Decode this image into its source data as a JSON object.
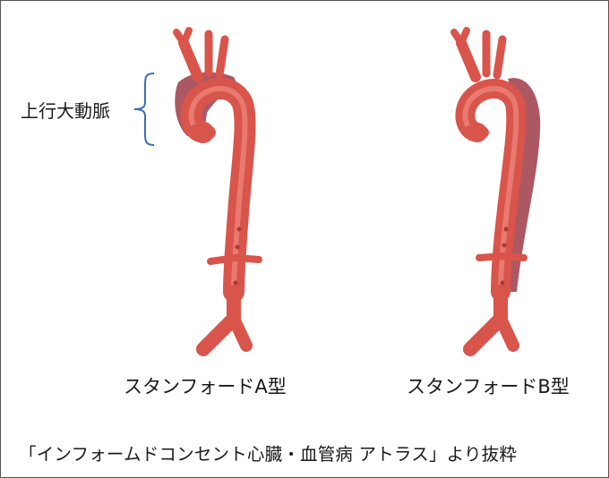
{
  "label": {
    "ascending_aorta": "上行大動脈",
    "bracket_color": "#3a6fb5"
  },
  "captions": {
    "type_a": "スタンフォードA型",
    "type_b": "スタンフォードB型"
  },
  "source": "「インフォームドコンセント心臓・血管病 アトラス」より抜粋",
  "colors": {
    "aorta": "#d9544a",
    "aorta_highlight": "#ee8a80",
    "aorta_shadow": "#a83a35",
    "dissection": "#9e3b48"
  }
}
